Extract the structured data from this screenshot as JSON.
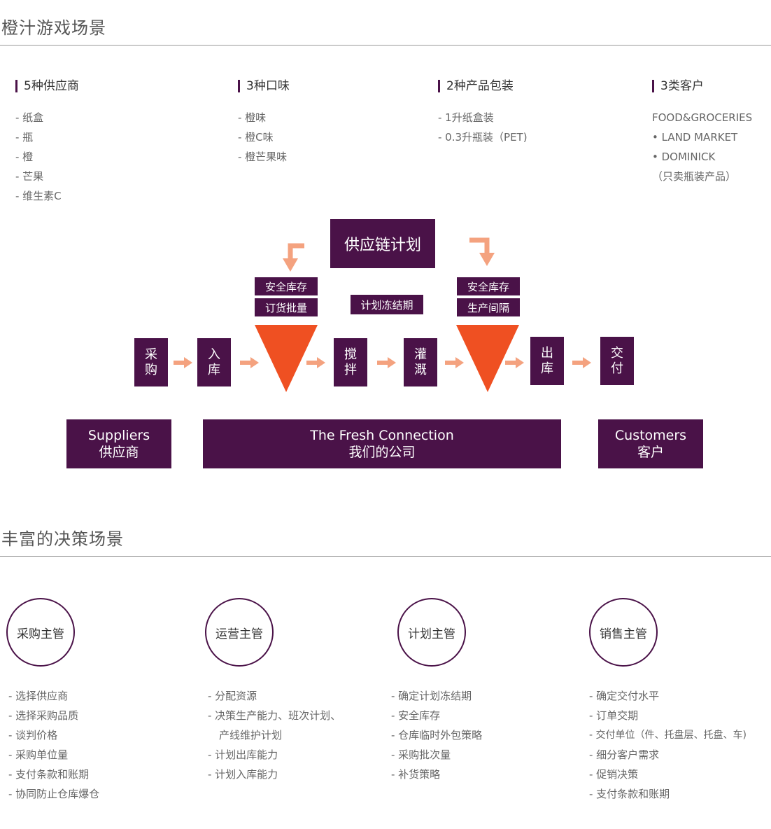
{
  "section1": {
    "title": "橙汁游戏场景"
  },
  "categories": [
    {
      "heading": "5种供应商",
      "items": [
        "- 纸盒",
        "- 瓶",
        "- 橙",
        "- 芒果",
        "- 维生素C"
      ]
    },
    {
      "heading": "3种口味",
      "items": [
        "- 橙味",
        "- 橙C味",
        "- 橙芒果味"
      ]
    },
    {
      "heading": "2种产品包装",
      "items": [
        "- 1升纸盒装",
        "- 0.3升瓶装（PET)"
      ]
    },
    {
      "heading": "3类客户",
      "items": [
        "FOOD&GROCERIES",
        "• LAND MARKET",
        "• DOMINICK",
        "（只卖瓶装产品）"
      ]
    }
  ],
  "diagram": {
    "plan_title": "供应链计划",
    "left_tags": [
      "安全库存",
      "订货批量"
    ],
    "center_tag": "计划冻结期",
    "right_tags": [
      "安全库存",
      "生产间隔"
    ],
    "steps": [
      {
        "l1": "采",
        "l2": "购"
      },
      {
        "l1": "入",
        "l2": "库"
      },
      {
        "l1": "搅",
        "l2": "拌"
      },
      {
        "l1": "灌",
        "l2": "溉"
      },
      {
        "l1": "出",
        "l2": "库"
      },
      {
        "l1": "交",
        "l2": "付"
      }
    ],
    "bottom": [
      {
        "l1": "Suppliers",
        "l2": "供应商"
      },
      {
        "l1": "The Fresh Connection",
        "l2": "我们的公司"
      },
      {
        "l1": "Customers",
        "l2": "客户"
      }
    ],
    "colors": {
      "primary": "#4a1248",
      "accent": "#ef5022",
      "arrow": "#f4a27f"
    }
  },
  "section2": {
    "title": "丰富的决策场景"
  },
  "roles": [
    {
      "name": "采购主管",
      "items": [
        "- 选择供应商",
        "- 选择采购品质",
        "- 谈判价格",
        "- 采购单位量",
        "- 支付条款和账期",
        "-  协同防止仓库爆仓"
      ]
    },
    {
      "name": "运营主管",
      "items": [
        "- 分配资源",
        "- 决策生产能力、班次计划、",
        "   产线维护计划",
        "- 计划出库能力",
        "- 计划入库能力"
      ]
    },
    {
      "name": "计划主管",
      "items": [
        "- 确定计划冻结期",
        "- 安全库存",
        "- 仓库临时外包策略",
        "- 采购批次量",
        "- 补货策略"
      ]
    },
    {
      "name": "销售主管",
      "items": [
        "- 确定交付水平",
        "- 订单交期",
        "- 交付单位（件、托盘层、托盘、车)",
        "- 细分客户需求",
        "- 促销决策",
        "-  支付条款和账期"
      ]
    }
  ]
}
